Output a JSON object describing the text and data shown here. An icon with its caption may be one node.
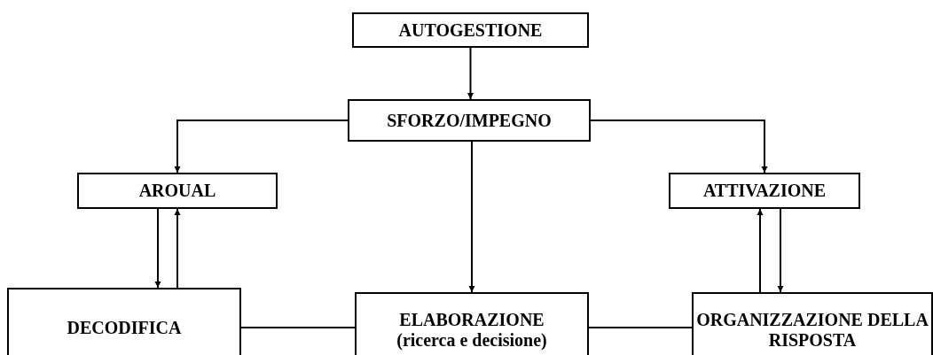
{
  "diagram": {
    "nodes": [
      {
        "text": [
          "AUTOGESTIONE"
        ]
      },
      {
        "text": [
          "SFORZO/IMPEGNO"
        ]
      },
      {
        "text": [
          "AROUAL"
        ]
      },
      {
        "text": [
          "ATTIVAZIONE"
        ]
      },
      {
        "text": [
          "DECODIFICA"
        ]
      },
      {
        "text": [
          "ELABORAZIONE",
          "(ricerca e decisione)"
        ]
      },
      {
        "text": [
          "ORGANIZZAZIONE DELLA RISPOSTA"
        ]
      }
    ],
    "edges": [
      {
        "from": 0,
        "to": 1,
        "arrow": "to"
      },
      {
        "from": 1,
        "to": 2,
        "arrow": "to"
      },
      {
        "from": 1,
        "to": 3,
        "arrow": "to"
      },
      {
        "from": 1,
        "to": 5,
        "arrow": "to"
      },
      {
        "from": 2,
        "to": 4,
        "arrow": "to"
      },
      {
        "from": 4,
        "to": 2,
        "arrow": "to"
      },
      {
        "from": 6,
        "to": 3,
        "arrow": "to"
      },
      {
        "from": 3,
        "to": 6,
        "arrow": "to"
      },
      {
        "from": 4,
        "to": 5,
        "arrow": "none"
      },
      {
        "from": 5,
        "to": 6,
        "arrow": "none"
      }
    ]
  }
}
